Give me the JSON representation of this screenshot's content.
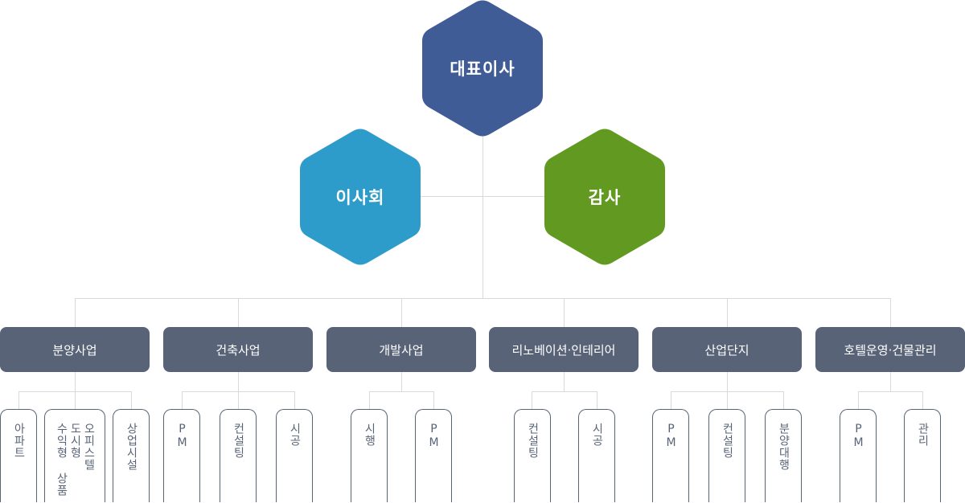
{
  "chart_data": {
    "type": "org-chart",
    "top": {
      "label": "대표이사",
      "color": "#3f5c97"
    },
    "advisors": [
      {
        "label": "이사회",
        "color": "#2e9ccb"
      },
      {
        "label": "감사",
        "color": "#629a21"
      }
    ],
    "departments": [
      {
        "label": "분양사업",
        "children": [
          "아파트",
          "오피스텔|도시형|수익형 상품",
          "상업시설"
        ]
      },
      {
        "label": "건축사업",
        "children": [
          "PM",
          "컨설팅",
          "시공"
        ]
      },
      {
        "label": "개발사업",
        "children": [
          "시행",
          "PM"
        ]
      },
      {
        "label": "리노베이션·인테리어",
        "children": [
          "컨설팅",
          "시공"
        ]
      },
      {
        "label": "산업단지",
        "children": [
          "PM",
          "컨설팅",
          "분양대행"
        ]
      },
      {
        "label": "호텔운영·건물관리",
        "children": [
          "PM",
          "관리"
        ]
      }
    ]
  },
  "colors": {
    "ceo": "#3f5c97",
    "board": "#2e9ccb",
    "audit": "#629a21",
    "dept": "#596377",
    "line": "#d9d9d9"
  },
  "top": {
    "label": "대표이사"
  },
  "board": {
    "label": "이사회"
  },
  "audit": {
    "label": "감사"
  },
  "depts": [
    {
      "label": "분양사업",
      "subs": [
        {
          "label": "아파트"
        },
        {
          "col1": "오피스텔",
          "col2": "도시형",
          "col3": "수익형 상품"
        },
        {
          "label": "상업시설"
        }
      ]
    },
    {
      "label": "건축사업",
      "subs": [
        {
          "label": "PM"
        },
        {
          "label": "컨설팅"
        },
        {
          "label": "시공"
        }
      ]
    },
    {
      "label": "개발사업",
      "subs": [
        {
          "label": "시행"
        },
        {
          "label": "PM"
        }
      ]
    },
    {
      "label": "리노베이션·인테리어",
      "subs": [
        {
          "label": "컨설팅"
        },
        {
          "label": "시공"
        }
      ]
    },
    {
      "label": "산업단지",
      "subs": [
        {
          "label": "PM"
        },
        {
          "label": "컨설팅"
        },
        {
          "label": "분양대행"
        }
      ]
    },
    {
      "label": "호텔운영·건물관리",
      "subs": [
        {
          "label": "PM"
        },
        {
          "label": "관리"
        }
      ]
    }
  ]
}
